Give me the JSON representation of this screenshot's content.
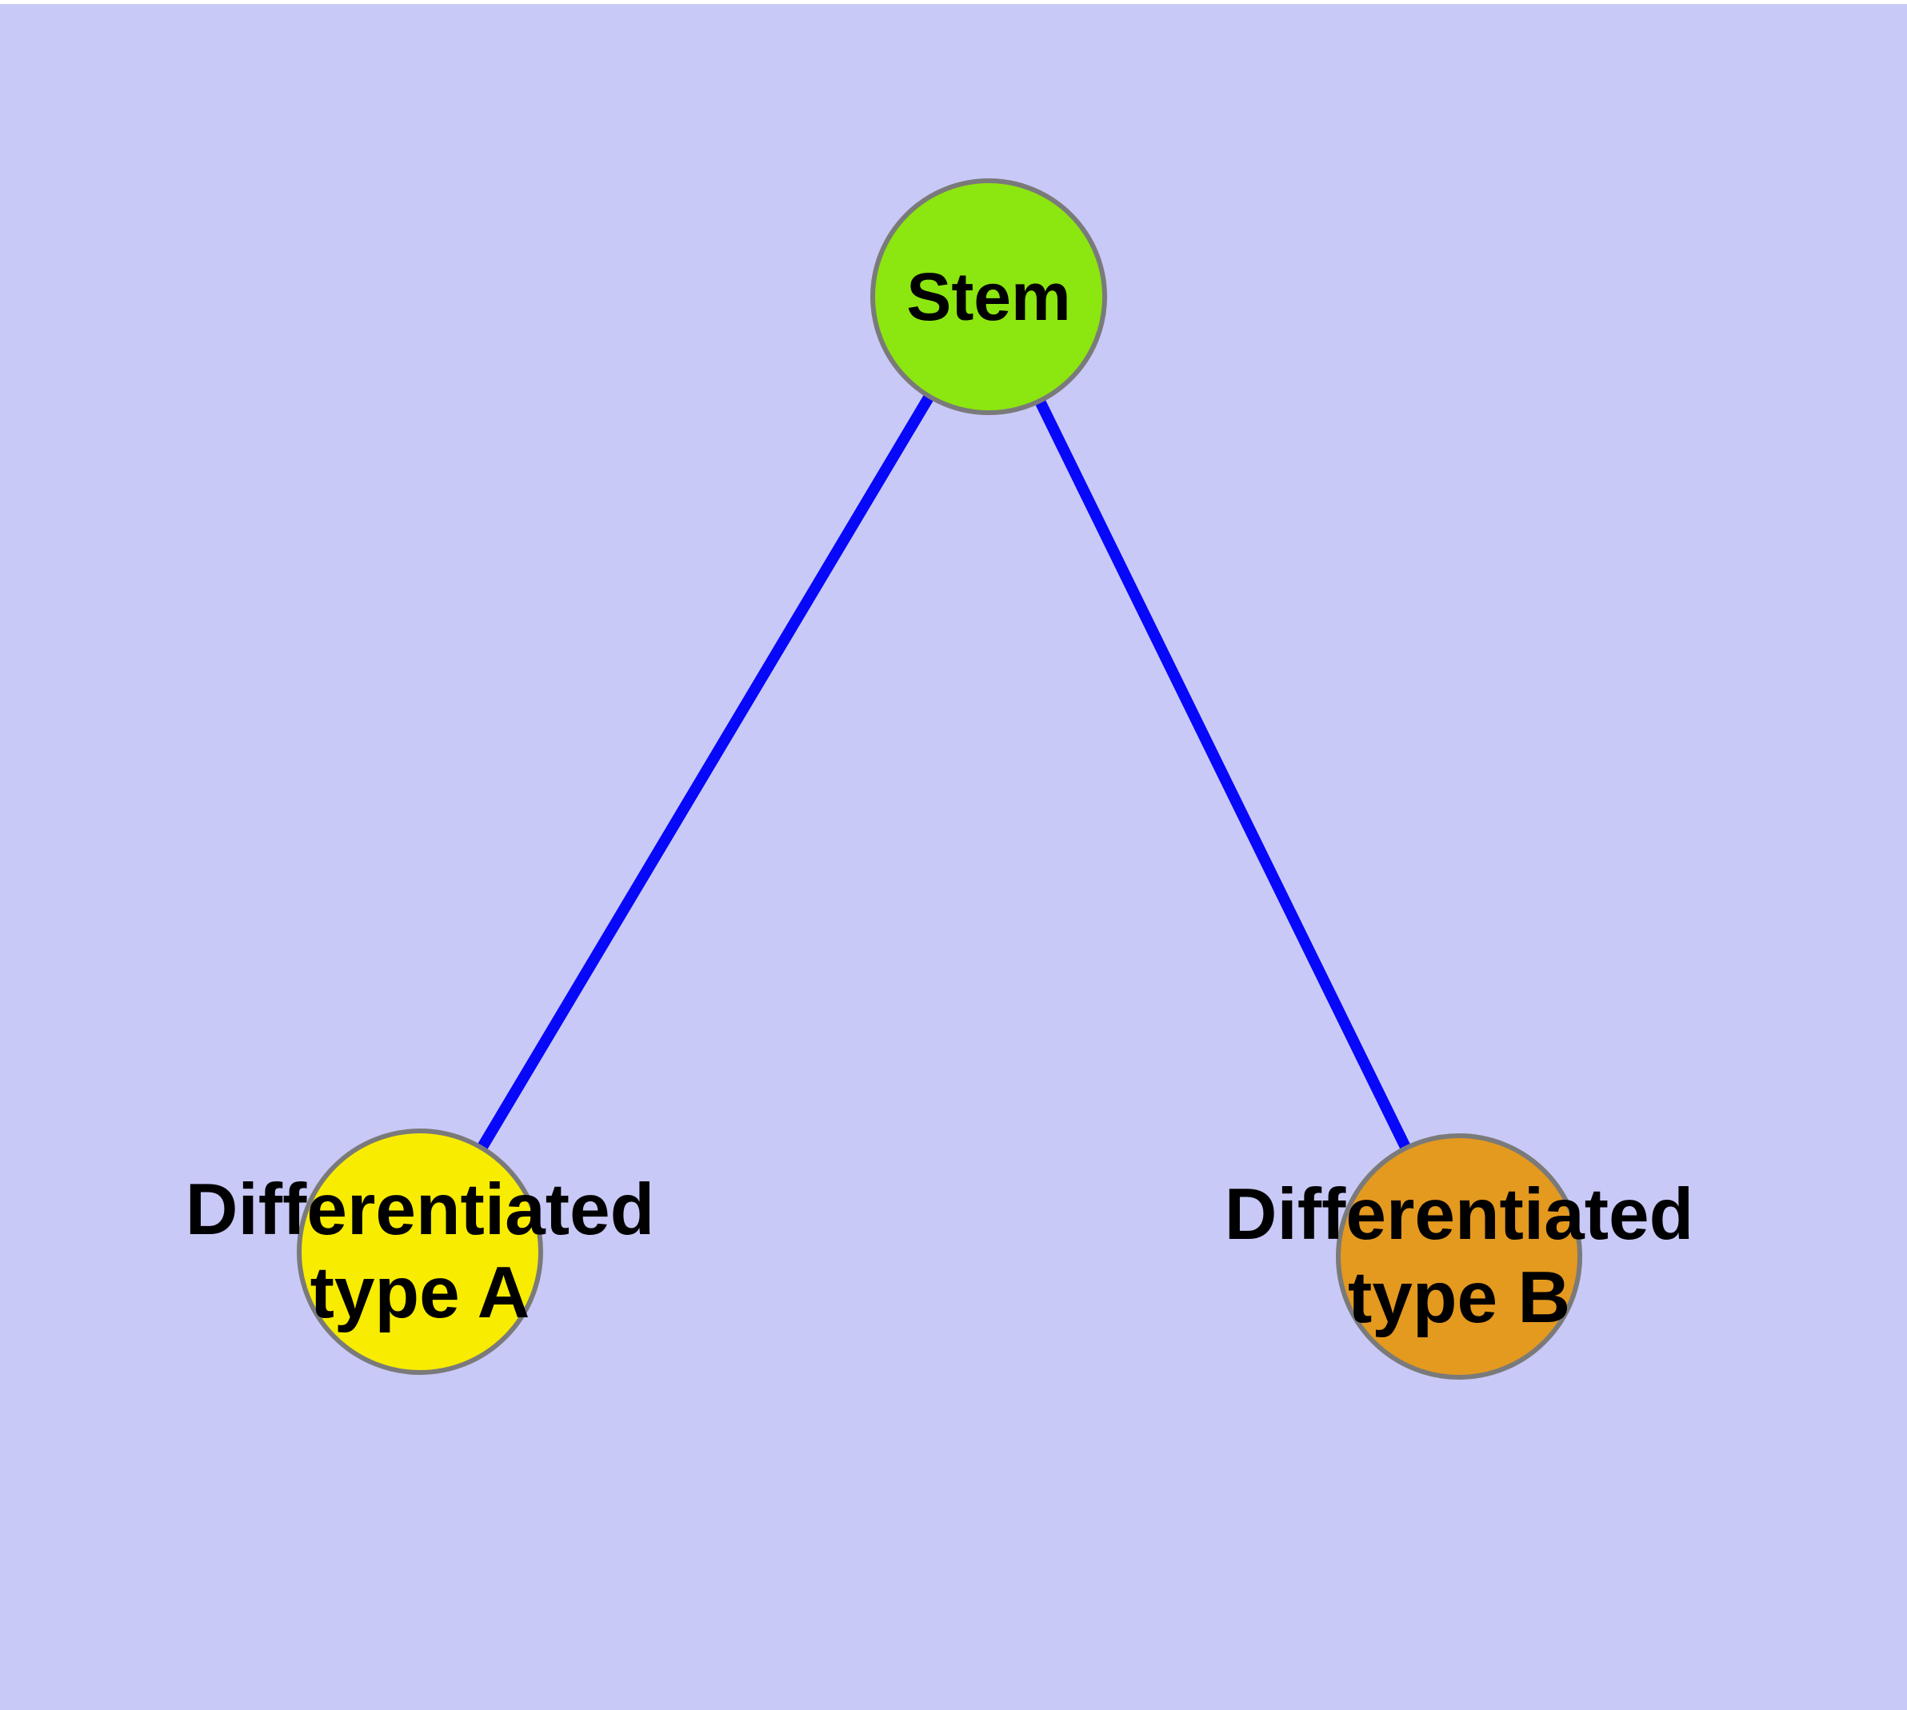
{
  "diagram": {
    "background_color": "#c9c9f7",
    "top_strip_color": "#ffffff",
    "edge_color": "#0707fa",
    "node_border_color": "#7a7a7a",
    "text_color": "#000000",
    "nodes": {
      "stem": {
        "label": "Stem",
        "fill": "#8ce60f"
      },
      "type_a": {
        "label_line1": "Differentiated",
        "label_line2": "type A",
        "fill": "#f8ec00"
      },
      "type_b": {
        "label_line1": "Differentiated",
        "label_line2": "type B",
        "fill": "#e4991f"
      }
    },
    "edges": [
      {
        "from": "stem",
        "to": "type_a"
      },
      {
        "from": "stem",
        "to": "type_b"
      }
    ]
  }
}
